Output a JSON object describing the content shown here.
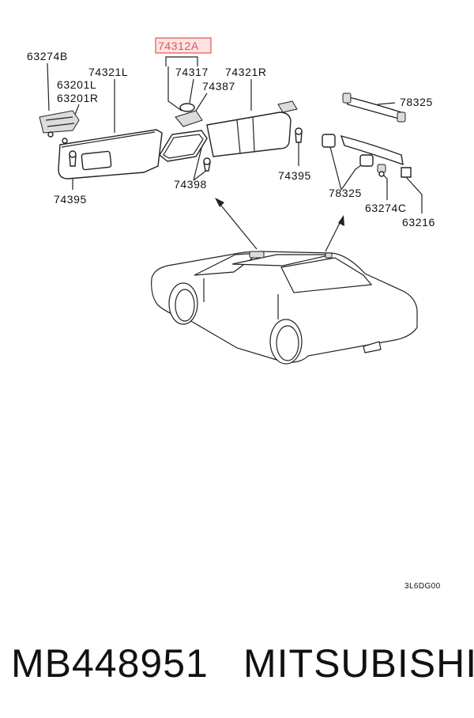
{
  "diagram": {
    "labels": {
      "p63274B": "63274B",
      "p74312A": "74312A",
      "p74321L": "74321L",
      "p74317": "74317",
      "p74321R": "74321R",
      "p63201L": "63201L",
      "p63201R": "63201R",
      "p74387": "74387",
      "p78325_top": "78325",
      "p74395_right": "74395",
      "p74398": "74398",
      "p74395_left": "74395",
      "p78325_bottom": "78325",
      "p63274C": "63274C",
      "p63216": "63216"
    },
    "highlight_color": "#e05555",
    "ref_code": "3L6DG00"
  },
  "footer": {
    "part_number": "MB448951",
    "brand": "MITSUBISHI"
  }
}
